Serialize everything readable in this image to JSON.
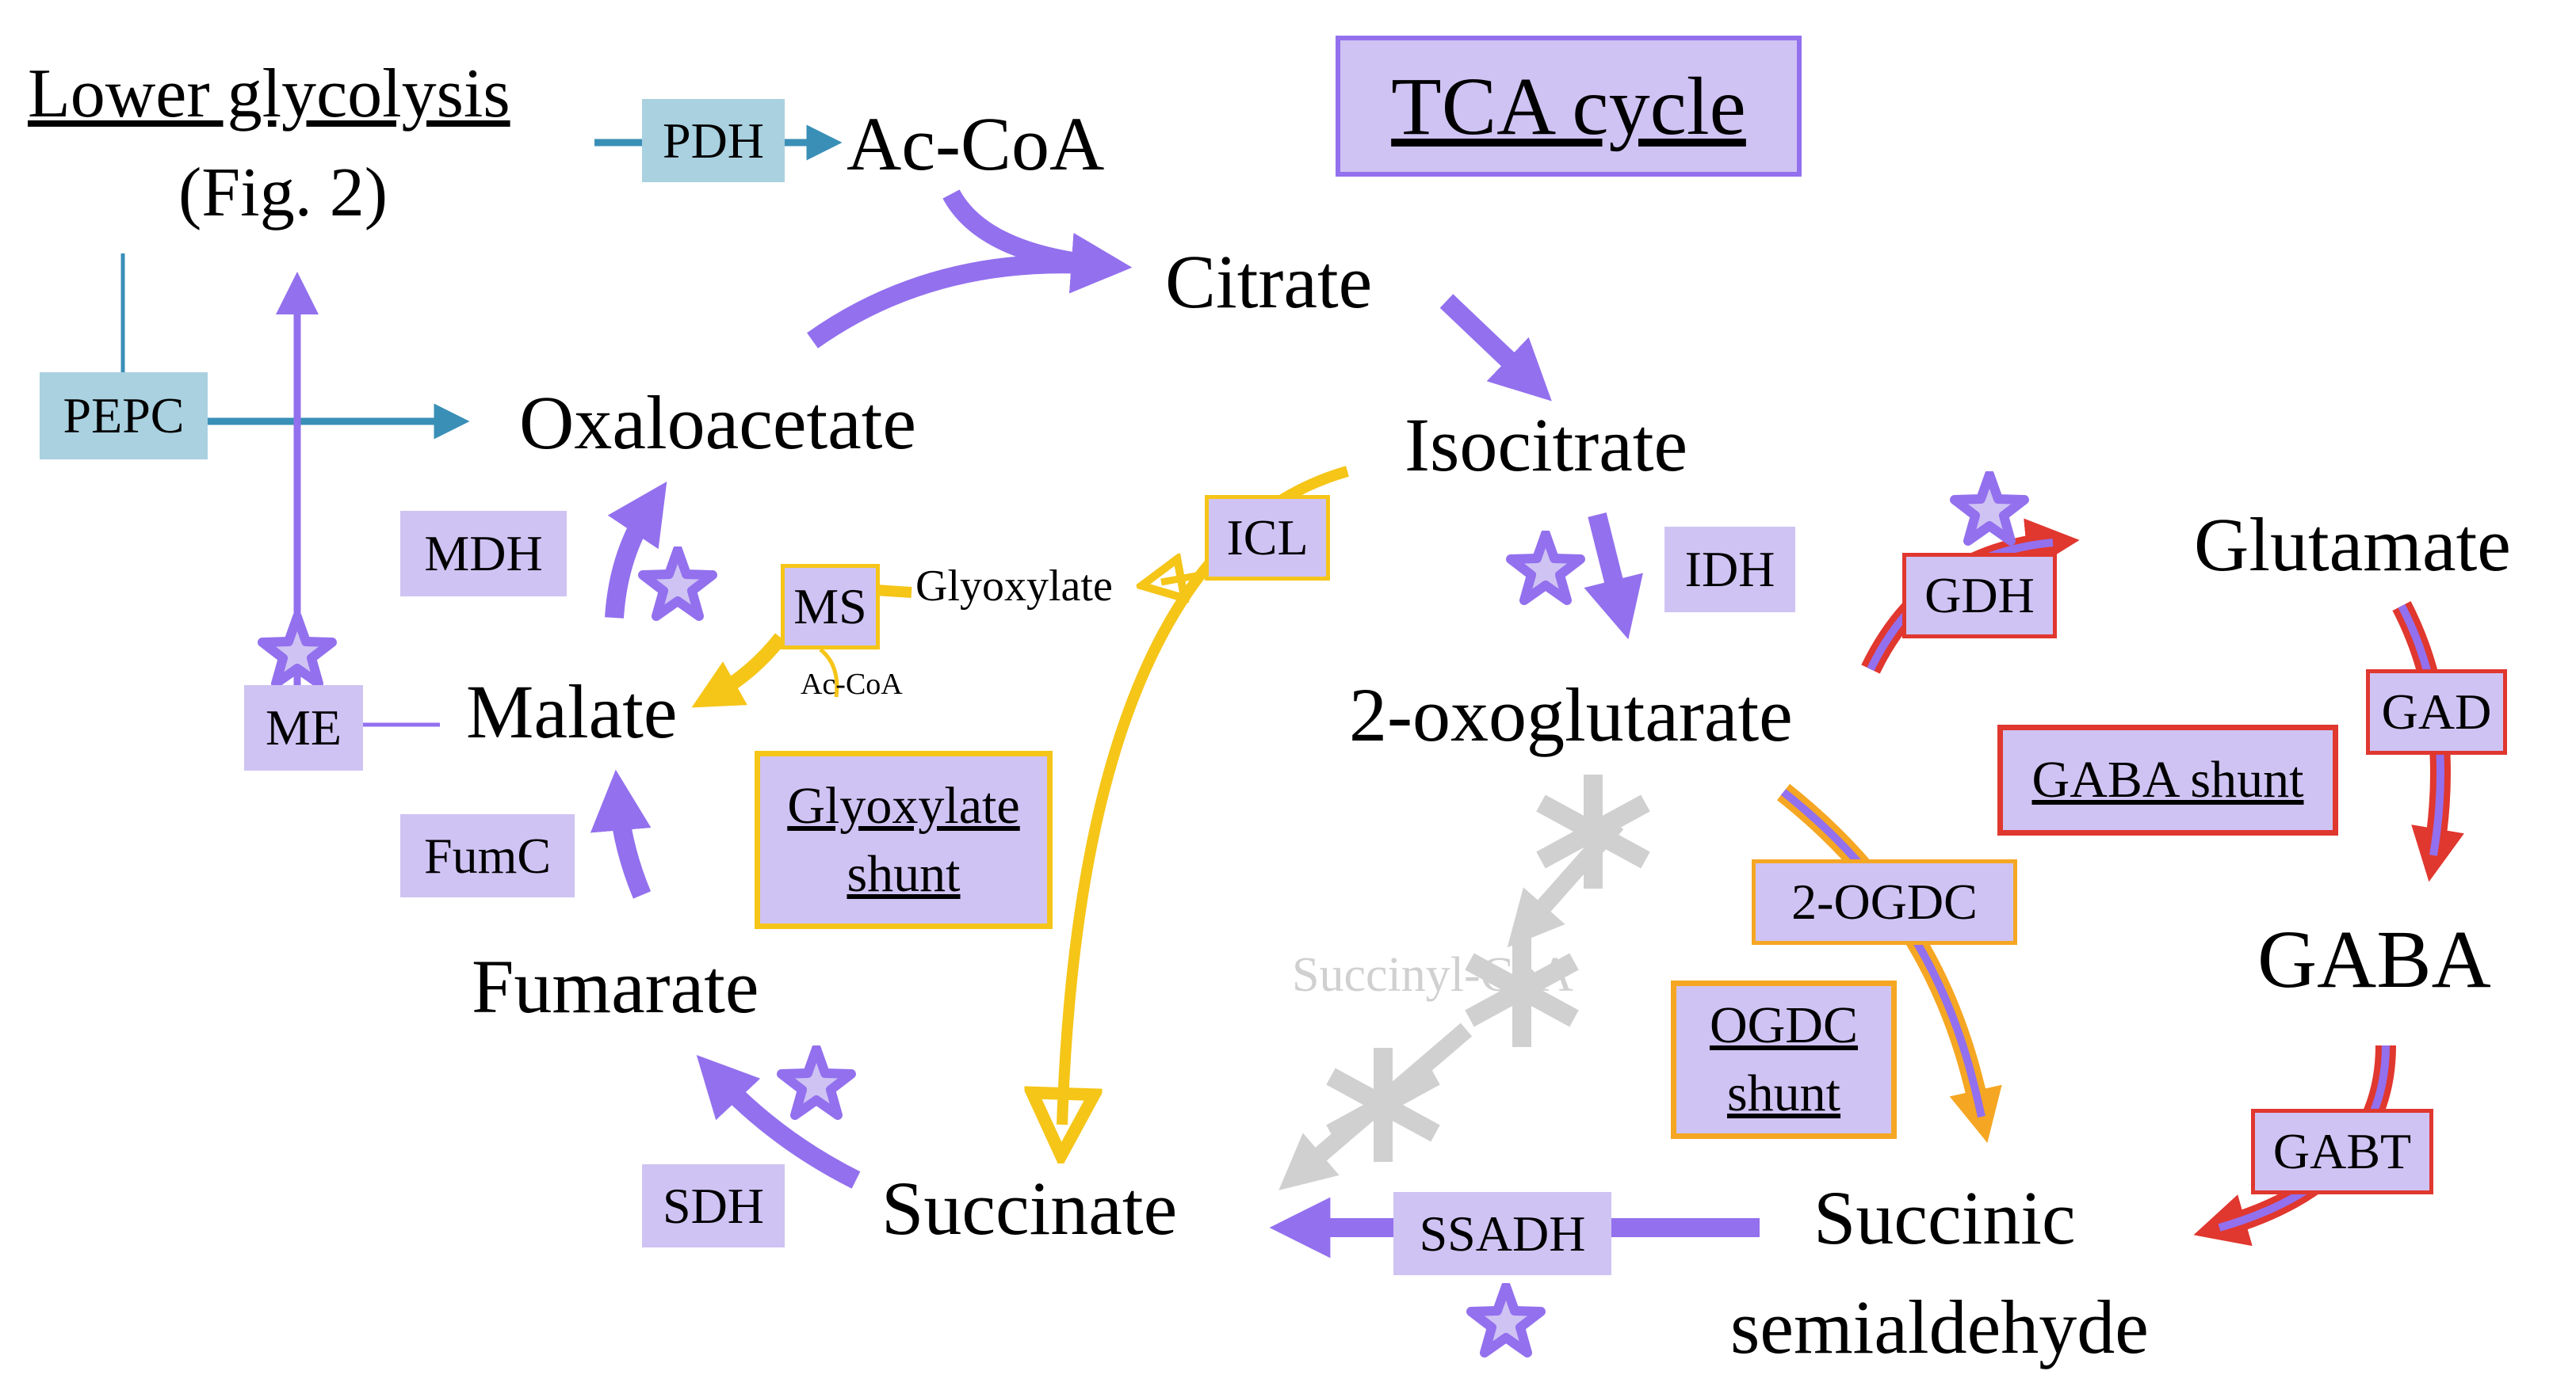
{
  "title": "TCA cycle",
  "lower_glycolysis": {
    "line1": "Lower glycolysis",
    "line2": "(Fig. 2)"
  },
  "metabolites": {
    "acetyl_coa": "Ac-CoA",
    "citrate": "Citrate",
    "isocitrate": "Isocitrate",
    "oxaloacetate": "Oxaloacetate",
    "malate": "Malate",
    "fumarate": "Fumarate",
    "succinate": "Succinate",
    "oxoglutarate": "2-oxoglutarate",
    "glutamate": "Glutamate",
    "gaba": "GABA",
    "ssa_line1": "Succinic",
    "ssa_line2": "semialdehyde",
    "succinyl_coa": "Succinyl-CoA",
    "glyoxylate": "Glyoxylate",
    "ms_acoa": "Ac-CoA"
  },
  "enzymes": {
    "pdh": "PDH",
    "pepc": "PEPC",
    "mdh": "MDH",
    "me": "ME",
    "fumc": "FumC",
    "sdh": "SDH",
    "ssadh": "SSADH",
    "icl": "ICL",
    "ms": "MS",
    "idh": "IDH",
    "gdh": "GDH",
    "gad": "GAD",
    "gabt": "GABT",
    "ogdc": "2-OGDC"
  },
  "shunts": {
    "glyoxylate": {
      "line1": "Glyoxylate",
      "line2": "shunt"
    },
    "gaba": "GABA shunt",
    "ogdc": {
      "line1": "OGDC",
      "line2": "shunt"
    }
  },
  "colors": {
    "tca_arrow": "#9370ee",
    "enzyme_fill": "#cfc3f3",
    "glyoxylate_shunt": "#f5c518",
    "gaba_shunt": "#e0372f",
    "ogdc_shunt": "#f5a623",
    "anaplerotic": "#3a8fb7",
    "blocked": "#d0d0d0"
  },
  "icons": [
    "star-icon",
    "cross-icon"
  ]
}
